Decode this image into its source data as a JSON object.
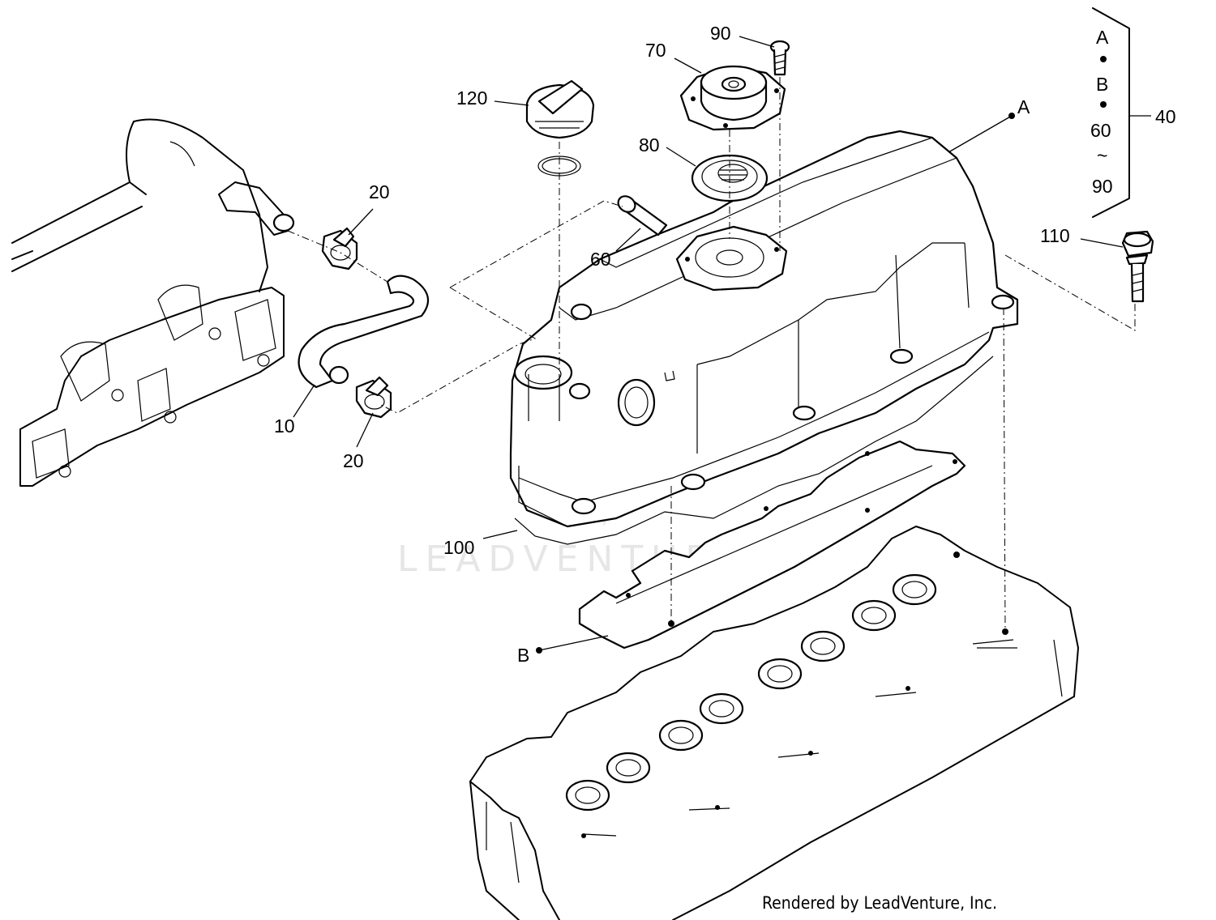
{
  "callouts": {
    "c10": "10",
    "c20a": "20",
    "c20b": "20",
    "c40": "40",
    "c60": "60",
    "c70": "70",
    "c80": "80",
    "c90": "90",
    "c100": "100",
    "c110": "110",
    "c120": "120",
    "refA": "A",
    "refB": "B"
  },
  "kit_bracket": {
    "line1": "A",
    "line2": "B",
    "line3": "60",
    "line4": "~",
    "line5": "90"
  },
  "watermark": "LEADVENTURE",
  "credit": "Rendered by LeadVenture, Inc."
}
